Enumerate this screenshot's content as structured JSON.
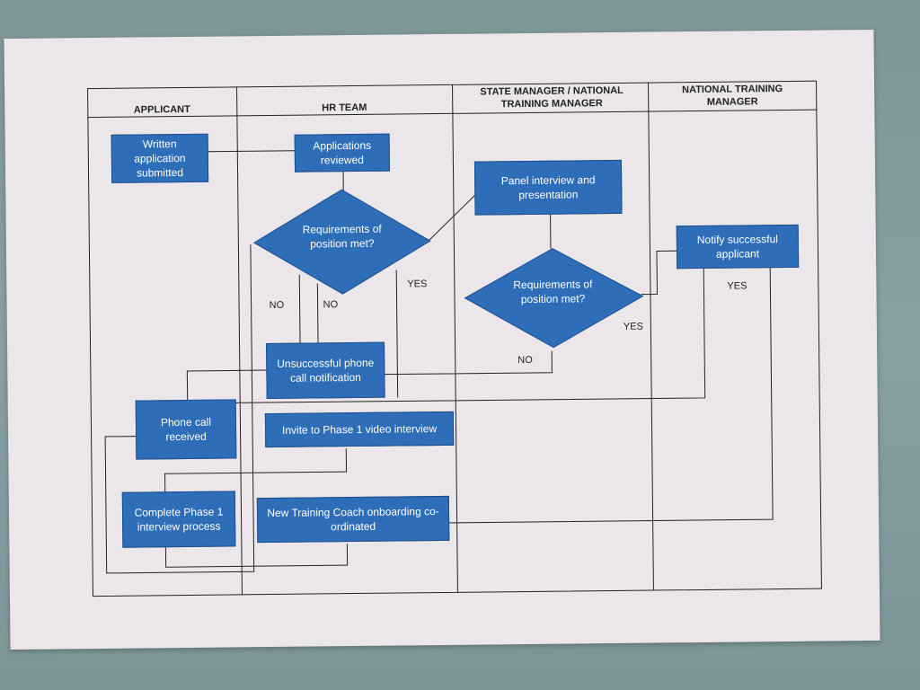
{
  "lanes": {
    "applicant": "APPLICANT",
    "hr_team": "HR TEAM",
    "state_manager": "STATE MANAGER / NATIONAL TRAINING MANAGER",
    "national_training": "NATIONAL TRAINING MANAGER"
  },
  "nodes": {
    "written_application": "Written application submitted",
    "applications_reviewed": "Applications reviewed",
    "requirements_hr": "Requirements of position met?",
    "panel_interview": "Panel interview and presentation",
    "requirements_panel": "Requirements of position met?",
    "notify_successful": "Notify successful applicant",
    "unsuccessful_call": "Unsuccessful phone call notification",
    "phone_call_received": "Phone call received",
    "invite_phase1": "Invite to Phase 1 video interview",
    "complete_phase1": "Complete Phase 1 interview process",
    "onboarding": "New Training Coach onboarding co-ordinated"
  },
  "edge_labels": {
    "no_left": "NO",
    "no_right": "NO",
    "yes_hr": "YES",
    "yes_panel": "YES",
    "no_panel": "NO",
    "yes_national": "YES"
  },
  "colors": {
    "box_fill": "#2e6db7",
    "paper": "#ebe6ea",
    "line": "#222222"
  }
}
